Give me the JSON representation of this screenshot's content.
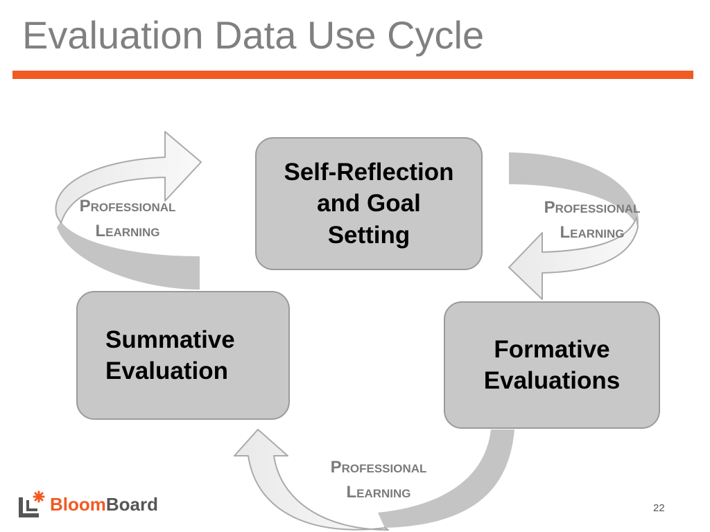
{
  "slide": {
    "title": "Evaluation Data Use Cycle",
    "page_number": "22",
    "accent_color": "#f15a22"
  },
  "nodes": {
    "top": {
      "lines": [
        "Self-Reflection",
        "and Goal",
        "Setting"
      ]
    },
    "left": {
      "lines": [
        "Summative",
        "Evaluation"
      ]
    },
    "right": {
      "lines": [
        "Formative",
        "Evaluations"
      ]
    }
  },
  "cycle_labels": {
    "top_left": {
      "line1": "Professional",
      "line2": "Learning"
    },
    "top_right": {
      "line1": "Professional",
      "line2": "Learning"
    },
    "bottom": {
      "line1": "Professional",
      "line2": "Learning"
    }
  },
  "logo": {
    "part1": "Bloom",
    "part2": "Board",
    "icon": "bloomboard-logo-icon"
  }
}
